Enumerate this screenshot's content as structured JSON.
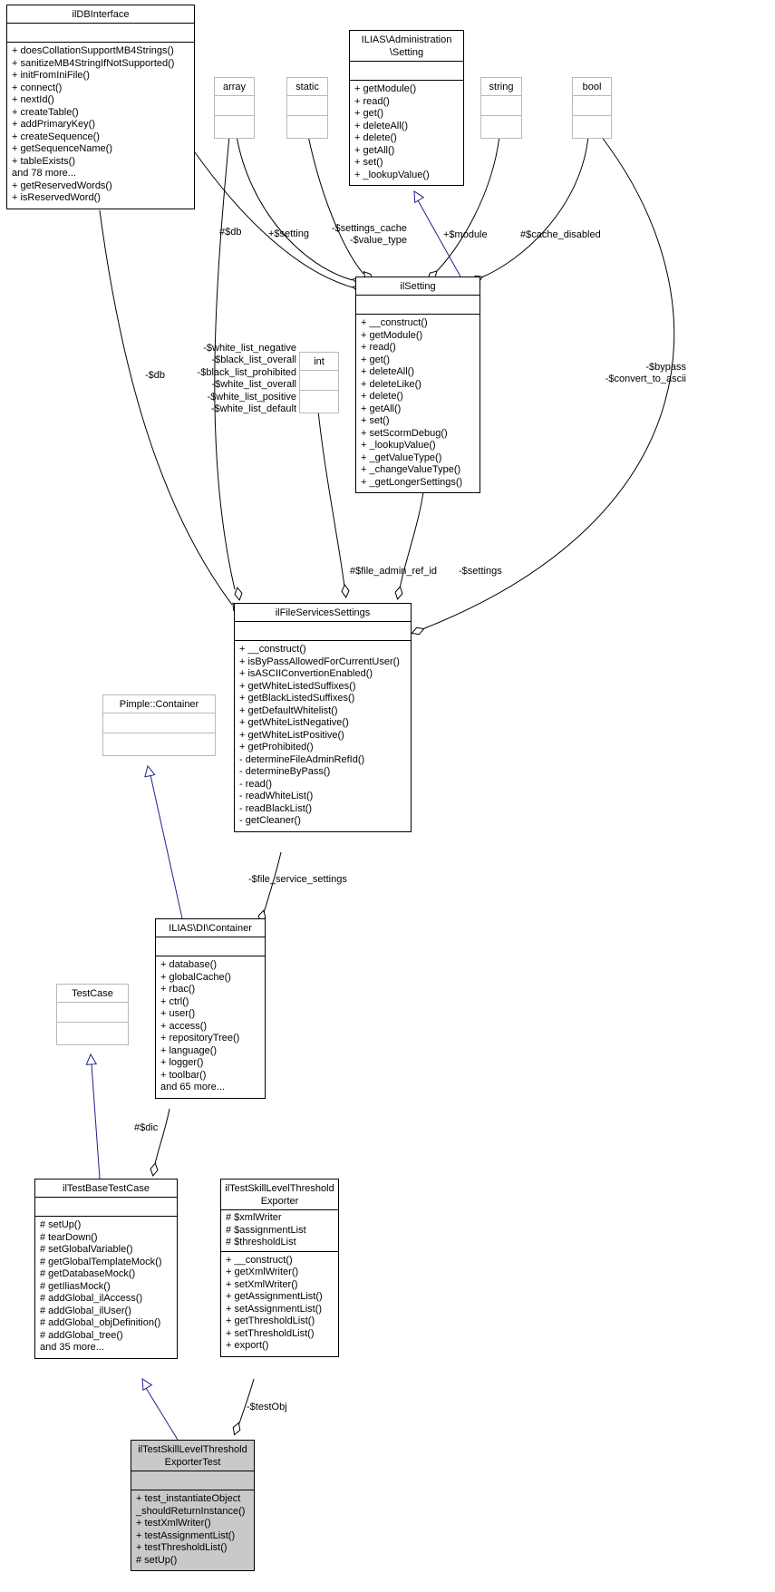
{
  "colors": {
    "background": "#ffffff",
    "class_border": "#000000",
    "external_border": "#b9b9b9",
    "focus_fill": "#c9c9c9",
    "inheritance_edge": "#202090",
    "usage_edge": "#000000"
  },
  "classes": {
    "ildbinterface": {
      "title": [
        "ilDBInterface"
      ],
      "attributes": [],
      "methods": [
        "+ doesCollationSupportMB4Strings()",
        "+ sanitizeMB4StringIfNotSupported()",
        "+ initFromIniFile()",
        "+ connect()",
        "+ nextId()",
        "+ createTable()",
        "+ addPrimaryKey()",
        "+ createSequence()",
        "+ getSequenceName()",
        "+ tableExists()",
        "and 78 more...",
        "+ getReservedWords()",
        "+ isReservedWord()"
      ]
    },
    "array": {
      "title": [
        "array"
      ],
      "attributes": [],
      "methods": []
    },
    "static": {
      "title": [
        "static"
      ],
      "attributes": [],
      "methods": []
    },
    "admin_setting": {
      "title": [
        "ILIAS\\Administration",
        "\\Setting"
      ],
      "attributes": [],
      "methods": [
        "+ getModule()",
        "+ read()",
        "+ get()",
        "+ deleteAll()",
        "+ delete()",
        "+ getAll()",
        "+ set()",
        "+ _lookupValue()"
      ]
    },
    "string": {
      "title": [
        "string"
      ],
      "attributes": [],
      "methods": []
    },
    "bool": {
      "title": [
        "bool"
      ],
      "attributes": [],
      "methods": []
    },
    "ilsetting": {
      "title": [
        "ilSetting"
      ],
      "attributes": [],
      "methods": [
        "+ __construct()",
        "+ getModule()",
        "+ read()",
        "+ get()",
        "+ deleteAll()",
        "+ deleteLike()",
        "+ delete()",
        "+ getAll()",
        "+ set()",
        "+ setScormDebug()",
        "+ _lookupValue()",
        "+ _getValueType()",
        "+ _changeValueType()",
        "+ _getLongerSettings()"
      ]
    },
    "int": {
      "title": [
        "int"
      ],
      "attributes": [],
      "methods": []
    },
    "file_services_settings": {
      "title": [
        "ilFileServicesSettings"
      ],
      "attributes": [],
      "methods": [
        "+ __construct()",
        "+ isByPassAllowedForCurrentUser()",
        "+ isASCIIConvertionEnabled()",
        "+ getWhiteListedSuffixes()",
        "+ getBlackListedSuffixes()",
        "+ getDefaultWhitelist()",
        "+ getWhiteListNegative()",
        "+ getWhiteListPositive()",
        "+ getProhibited()",
        "- determineFileAdminRefId()",
        "- determineByPass()",
        "- read()",
        "- readWhiteList()",
        "- readBlackList()",
        "- getCleaner()"
      ]
    },
    "pimple_container": {
      "title": [
        "Pimple::Container"
      ],
      "attributes": [],
      "methods": []
    },
    "di_container": {
      "title": [
        "ILIAS\\DI\\Container"
      ],
      "attributes": [],
      "methods": [
        "+ database()",
        "+ globalCache()",
        "+ rbac()",
        "+ ctrl()",
        "+ user()",
        "+ access()",
        "+ repositoryTree()",
        "+ language()",
        "+ logger()",
        "+ toolbar()",
        "and 65 more..."
      ]
    },
    "testcase": {
      "title": [
        "TestCase"
      ],
      "attributes": [],
      "methods": []
    },
    "base_testcase": {
      "title": [
        "ilTestBaseTestCase"
      ],
      "attributes": [],
      "methods": [
        "# setUp()",
        "# tearDown()",
        "# setGlobalVariable()",
        "# getGlobalTemplateMock()",
        "# getDatabaseMock()",
        "# getIliasMock()",
        "# addGlobal_ilAccess()",
        "# addGlobal_ilUser()",
        "# addGlobal_objDefinition()",
        "# addGlobal_tree()",
        "and 35 more..."
      ]
    },
    "exporter": {
      "title": [
        "ilTestSkillLevelThreshold",
        "Exporter"
      ],
      "attributes": [
        "# $xmlWriter",
        "# $assignmentList",
        "# $thresholdList"
      ],
      "methods": [
        "+ __construct()",
        "+ getXmlWriter()",
        "+ setXmlWriter()",
        "+ getAssignmentList()",
        "+ setAssignmentList()",
        "+ getThresholdList()",
        "+ setThresholdList()",
        "+ export()"
      ]
    },
    "exporter_test": {
      "title": [
        "ilTestSkillLevelThreshold",
        "ExporterTest"
      ],
      "attributes": [],
      "methods": [
        "+ test_instantiateObject",
        "_shouldReturnInstance()",
        "+ testXmlWriter()",
        "+ testAssignmentList()",
        "+ testThresholdList()",
        "# setUp()"
      ]
    }
  },
  "edge_labels": {
    "db": "#$db",
    "setting": "+$setting",
    "settings_cache": [
      "-$settings_cache",
      "-$value_type"
    ],
    "module": "+$module",
    "cache_disabled": "#$cache_disabled",
    "db2": "-$db",
    "white_lists": [
      "-$white_list_negative",
      "-$black_list_overall",
      "-$black_list_prohibited",
      "-$white_list_overall",
      "-$white_list_positive",
      "-$white_list_default"
    ],
    "bypass": [
      "-$bypass",
      "-$convert_to_ascii"
    ],
    "file_admin_ref_id": "#$file_admin_ref_id",
    "settings": "-$settings",
    "file_service_settings": "-$file_service_settings",
    "dic": "#$dic",
    "test_obj": "-$testObj"
  }
}
